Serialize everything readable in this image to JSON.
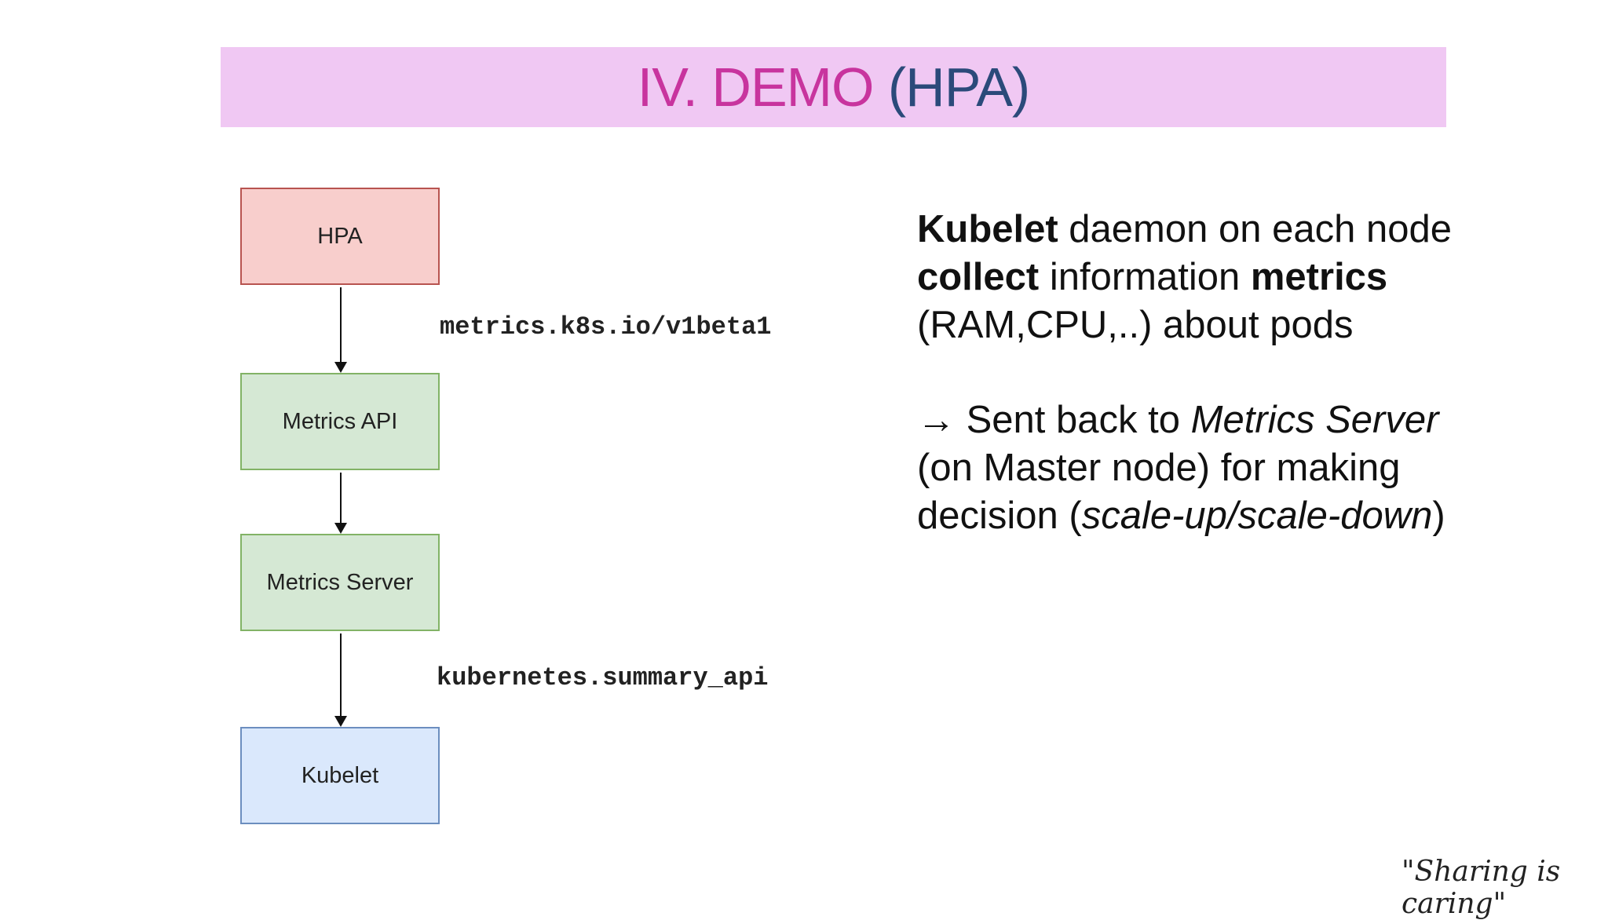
{
  "title": {
    "part1": "IV. DEMO ",
    "part2": "(HPA)"
  },
  "diagram": {
    "boxes": [
      "HPA",
      "Metrics API",
      "Metrics Server",
      "Kubelet"
    ],
    "edge_labels": [
      "metrics.k8s.io/v1beta1",
      "kubernetes.summary_api"
    ]
  },
  "body": {
    "p1": {
      "b1": "Kubelet",
      "t1": " daemon on each node",
      "b2": "collect",
      "t2": " information ",
      "b3": "metrics",
      "t3": "(RAM,CPU,..) about pods"
    },
    "p2": {
      "arrow": "→",
      "t1": " Sent back to ",
      "i1": "Metrics Server",
      "t2": "(on Master node) for making",
      "t3": "decision (",
      "i2": "scale-up/scale-down",
      "t4": ")"
    }
  },
  "signature": "\"Sharing is caring\"",
  "colors": {
    "banner": "#f0c8f3",
    "title_pink": "#c8349e",
    "title_blue": "#2b4a7a"
  }
}
